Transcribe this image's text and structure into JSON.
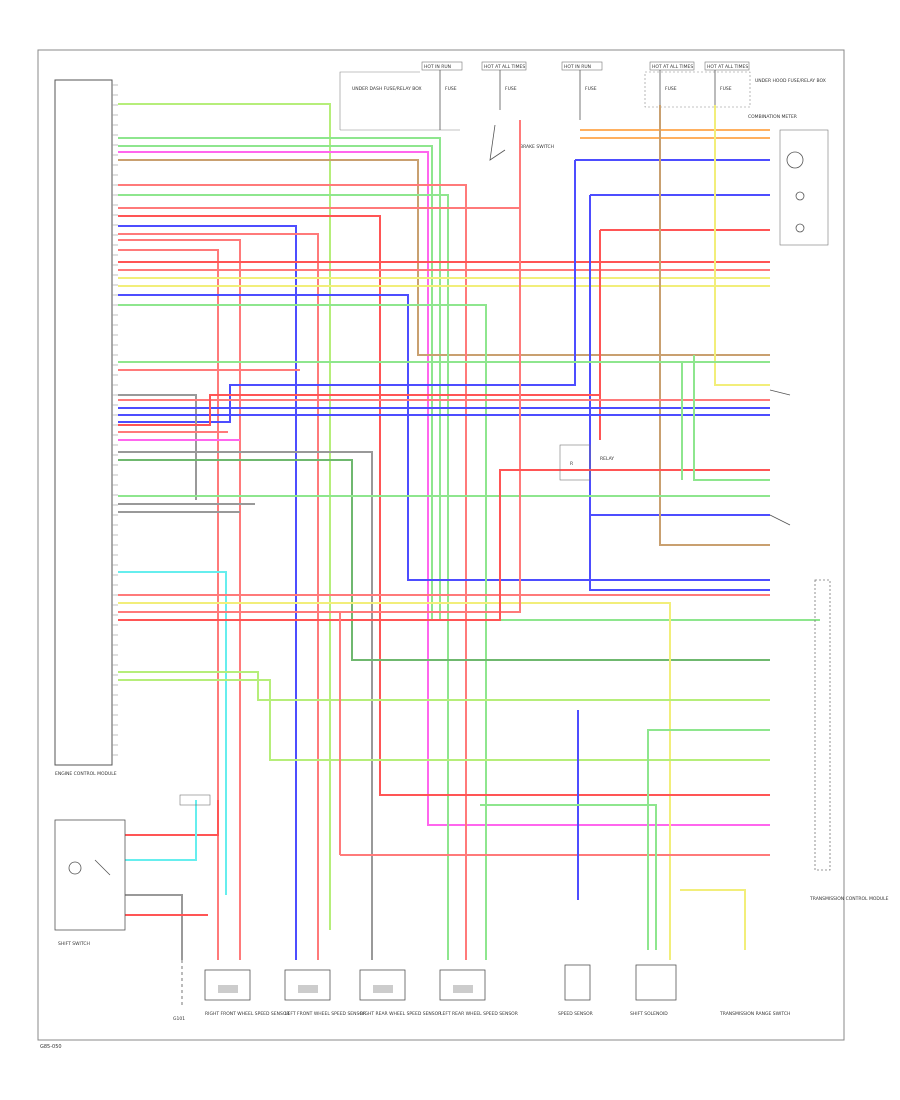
{
  "colors": {
    "green": "#8ee68e",
    "ltgreen": "#b6ee7a",
    "pink": "#ff66ee",
    "red": "#ff5555",
    "pinkred": "#ff7a7a",
    "blue": "#4d4dff",
    "tan": "#c9a070",
    "yellow": "#f2ee7a",
    "cyan": "#66eeee",
    "orange": "#ffb060",
    "gray": "#9a9a9a",
    "darkgreen": "#6fb86f",
    "black": "#333333",
    "frame": "#888888"
  },
  "icons": {
    "fuse": "fuse-icon",
    "ground": "ground-icon",
    "switch": "switch-icon",
    "sensor": "sensor-connector-icon",
    "relay": "relay-icon",
    "motor": "motor-icon"
  },
  "labels": {
    "hot_boxes": [
      "HOT IN RUN",
      "HOT AT ALL TIMES",
      "HOT IN RUN",
      "HOT AT ALL TIMES",
      "HOT AT ALL TIMES"
    ],
    "fuses": [
      "FUSE",
      "FUSE",
      "FUSE",
      "FUSE",
      "FUSE"
    ],
    "under_dash": "UNDER DASH FUSE/RELAY BOX",
    "under_hood": "UNDER HOOD FUSE/RELAY BOX",
    "ecm": "ENGINE CONTROL MODULE",
    "combination_meter": "COMBINATION METER",
    "brake_sw": "BRAKE SWITCH",
    "tcm_box": "TRANSMISSION CONTROL MODULE",
    "relay": "RELAY",
    "shift_sw": "SHIFT SWITCH",
    "ground": "G101",
    "sensors": [
      "RIGHT FRONT WHEEL SPEED SENSOR",
      "LEFT FRONT WHEEL SPEED SENSOR",
      "RIGHT REAR WHEEL SPEED SENSOR",
      "LEFT REAR WHEEL SPEED SENSOR",
      "SPEED SENSOR",
      "SHIFT SOLENOID",
      "TRANSMISSION RANGE SWITCH"
    ],
    "footer_code": "G85-050"
  }
}
